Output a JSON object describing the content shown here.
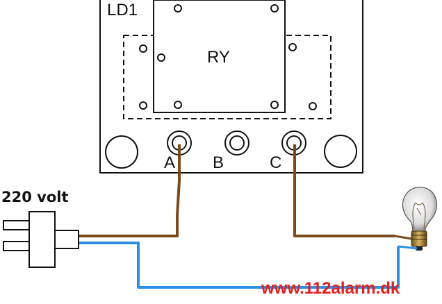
{
  "board": {
    "label": "LD1"
  },
  "relay": {
    "label": "RY"
  },
  "terminals": {
    "a": "A",
    "b": "B",
    "c": "C"
  },
  "plug": {
    "label": "220 volt"
  },
  "watermark": {
    "text": "www.112alarm.dk"
  },
  "colors": {
    "live_wire": "#7a4a1c",
    "neutral_wire": "#2f8fe3",
    "watermark": "#e02020",
    "outline": "#111111"
  },
  "icons": [
    "plug-icon",
    "light-bulb-icon"
  ]
}
